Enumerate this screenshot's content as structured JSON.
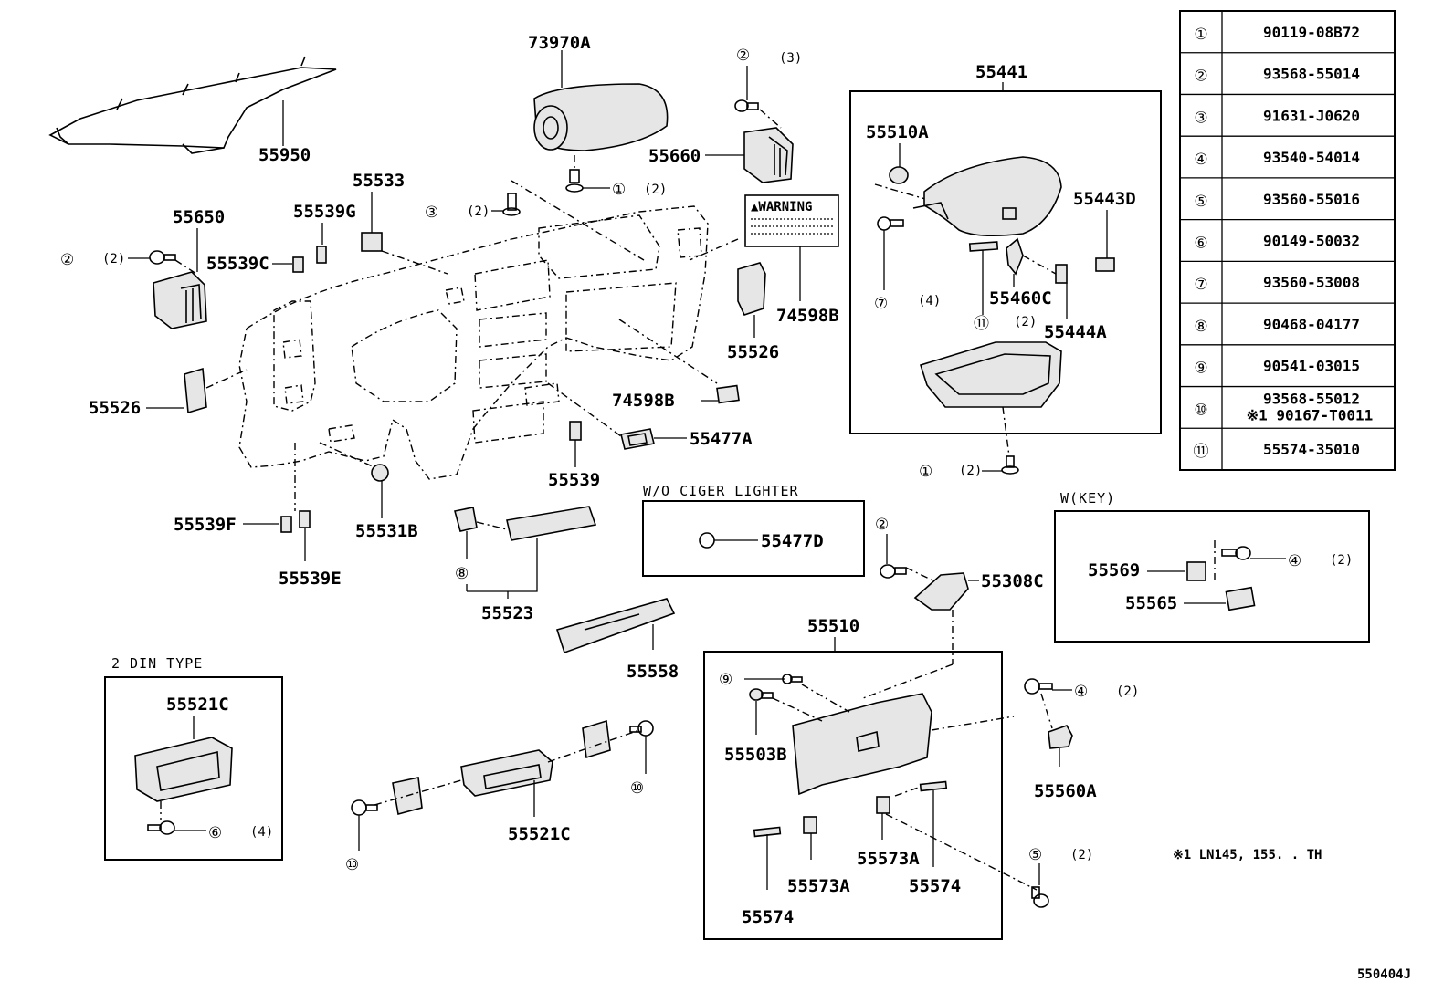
{
  "labels": {
    "p73970A": "73970A",
    "p55950": "55950",
    "p55660": "55660",
    "p55441": "55441",
    "p55510A": "55510A",
    "p55443D": "55443D",
    "p55460C": "55460C",
    "p55444A": "55444A",
    "p55533": "55533",
    "p55539G": "55539G",
    "p55650": "55650",
    "p55539C": "55539C",
    "p74598B_a": "74598B",
    "p74598B_b": "74598B",
    "p55526_a": "55526",
    "p55526_b": "55526",
    "p55477A": "55477A",
    "p55539": "55539",
    "p55531B": "55531B",
    "p55539F": "55539F",
    "p55539E": "55539E",
    "p55523": "55523",
    "p55477D": "55477D",
    "p55308C": "55308C",
    "p55569": "55569",
    "p55565": "55565",
    "p55558": "55558",
    "p55510": "55510",
    "p55521C_a": "55521C",
    "p55521C_b": "55521C",
    "p55503B": "55503B",
    "p55560A": "55560A",
    "p55573A_a": "55573A",
    "p55573A_b": "55573A",
    "p55574_a": "55574",
    "p55574_b": "55574"
  },
  "callouts": {
    "c1": "①",
    "c2": "②",
    "c3": "③",
    "c4": "④",
    "c5": "⑤",
    "c6": "⑥",
    "c7": "⑦",
    "c8": "⑧",
    "c9": "⑨",
    "c10": "⑩",
    "c11": "⑪"
  },
  "quantities": {
    "q2": "(2)",
    "q3": "(3)",
    "q4": "(4)"
  },
  "warning_label": "▲WARNING",
  "groups": {
    "wo_cigar": "W/O CIGER LIGHTER",
    "w_key": "W(KEY)",
    "din2": "2 DIN TYPE"
  },
  "footnote": "※1  LN145, 155. . TH",
  "figure_code": "550404J",
  "parts_table": [
    {
      "ref": "①",
      "part": "90119-08B72"
    },
    {
      "ref": "②",
      "part": "93568-55014"
    },
    {
      "ref": "③",
      "part": "91631-J0620"
    },
    {
      "ref": "④",
      "part": "93540-54014"
    },
    {
      "ref": "⑤",
      "part": "93560-55016"
    },
    {
      "ref": "⑥",
      "part": "90149-50032"
    },
    {
      "ref": "⑦",
      "part": "93560-53008"
    },
    {
      "ref": "⑧",
      "part": "90468-04177"
    },
    {
      "ref": "⑨",
      "part": "90541-03015"
    },
    {
      "ref": "⑩",
      "part": "93568-55012",
      "part2": "※1 90167-T0011"
    },
    {
      "ref": "⑪",
      "part": "55574-35010"
    }
  ]
}
